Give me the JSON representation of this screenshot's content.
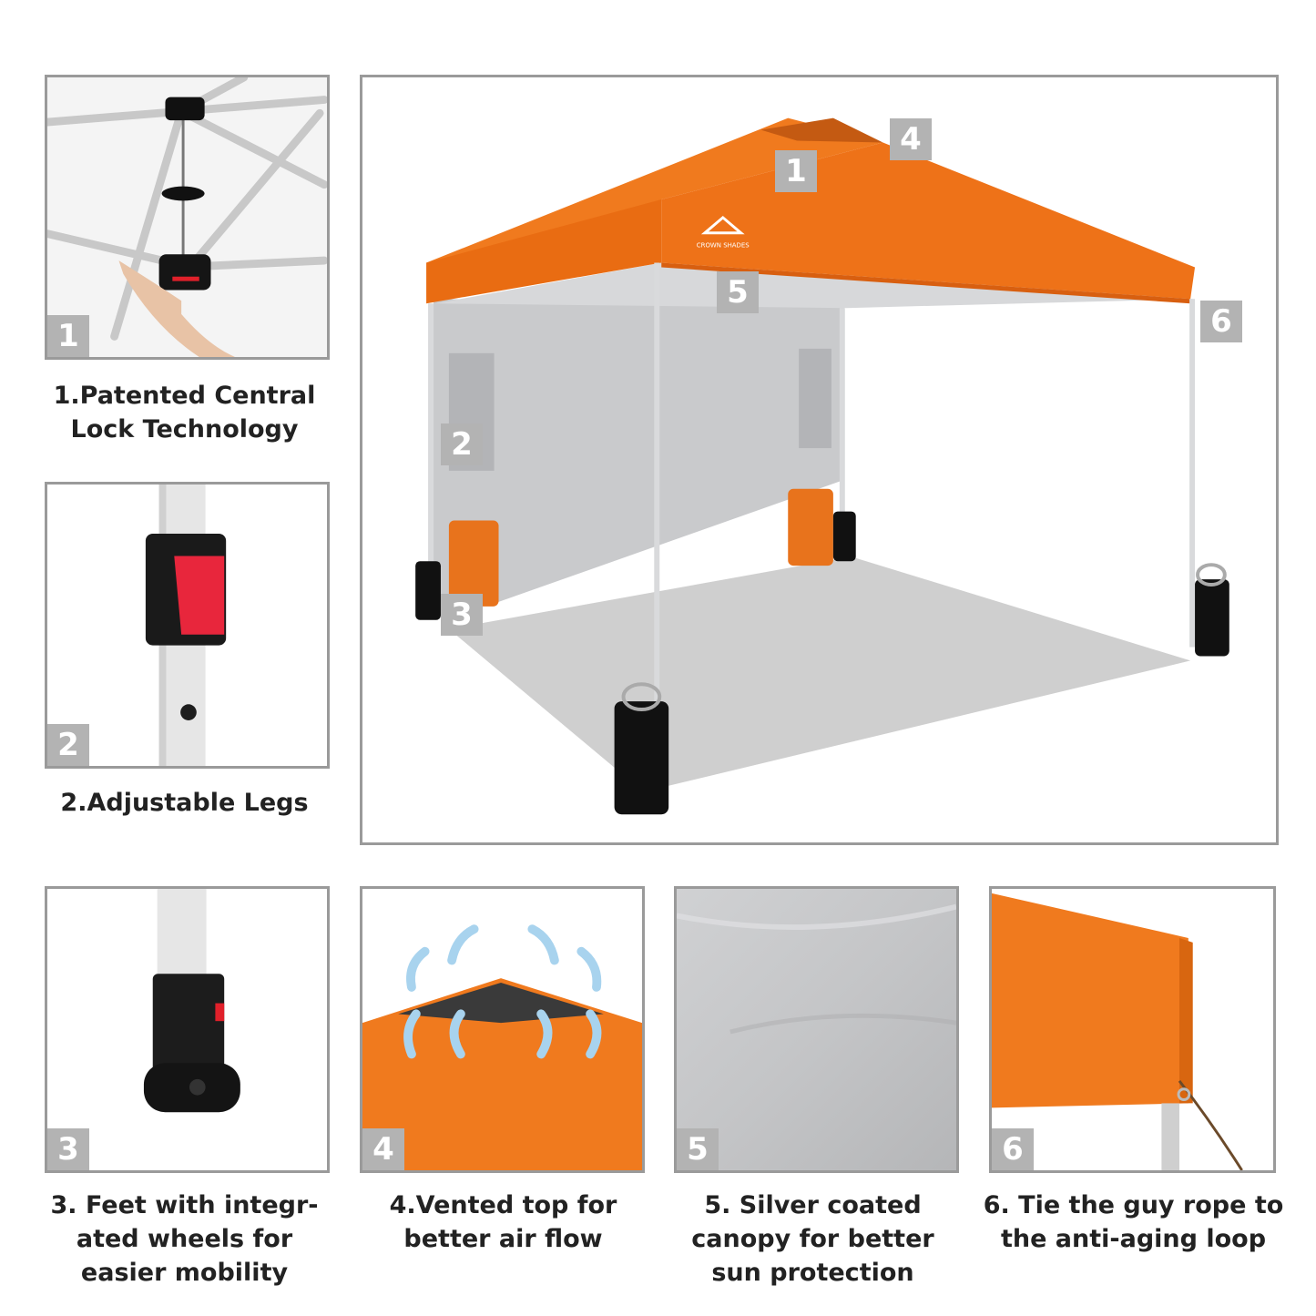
{
  "colors": {
    "orange": "#f07a1e",
    "silver": "#c9cacc",
    "frame": "#9a9a9a",
    "badge": "#b3b3b3"
  },
  "badges": {
    "b1": "1",
    "b2": "2",
    "b3": "3",
    "b4": "4",
    "b5": "5",
    "b6": "6"
  },
  "main_badges": {
    "m1": "1",
    "m2": "2",
    "m3": "3",
    "m4": "4",
    "m5": "5",
    "m6": "6"
  },
  "captions": {
    "c1": "1.Patented Central\nLock Technology",
    "c2": "2.Adjustable Legs",
    "c3": "3. Feet with integr-\nated wheels for\neasier mobility",
    "c4": "4.Vented top for\nbetter air flow",
    "c5": "5. Silver coated\ncanopy for better\nsun protection",
    "c6": "6. Tie the guy rope to\nthe anti-aging loop"
  },
  "brand": {
    "logo_text": "CROWN SHADES"
  }
}
